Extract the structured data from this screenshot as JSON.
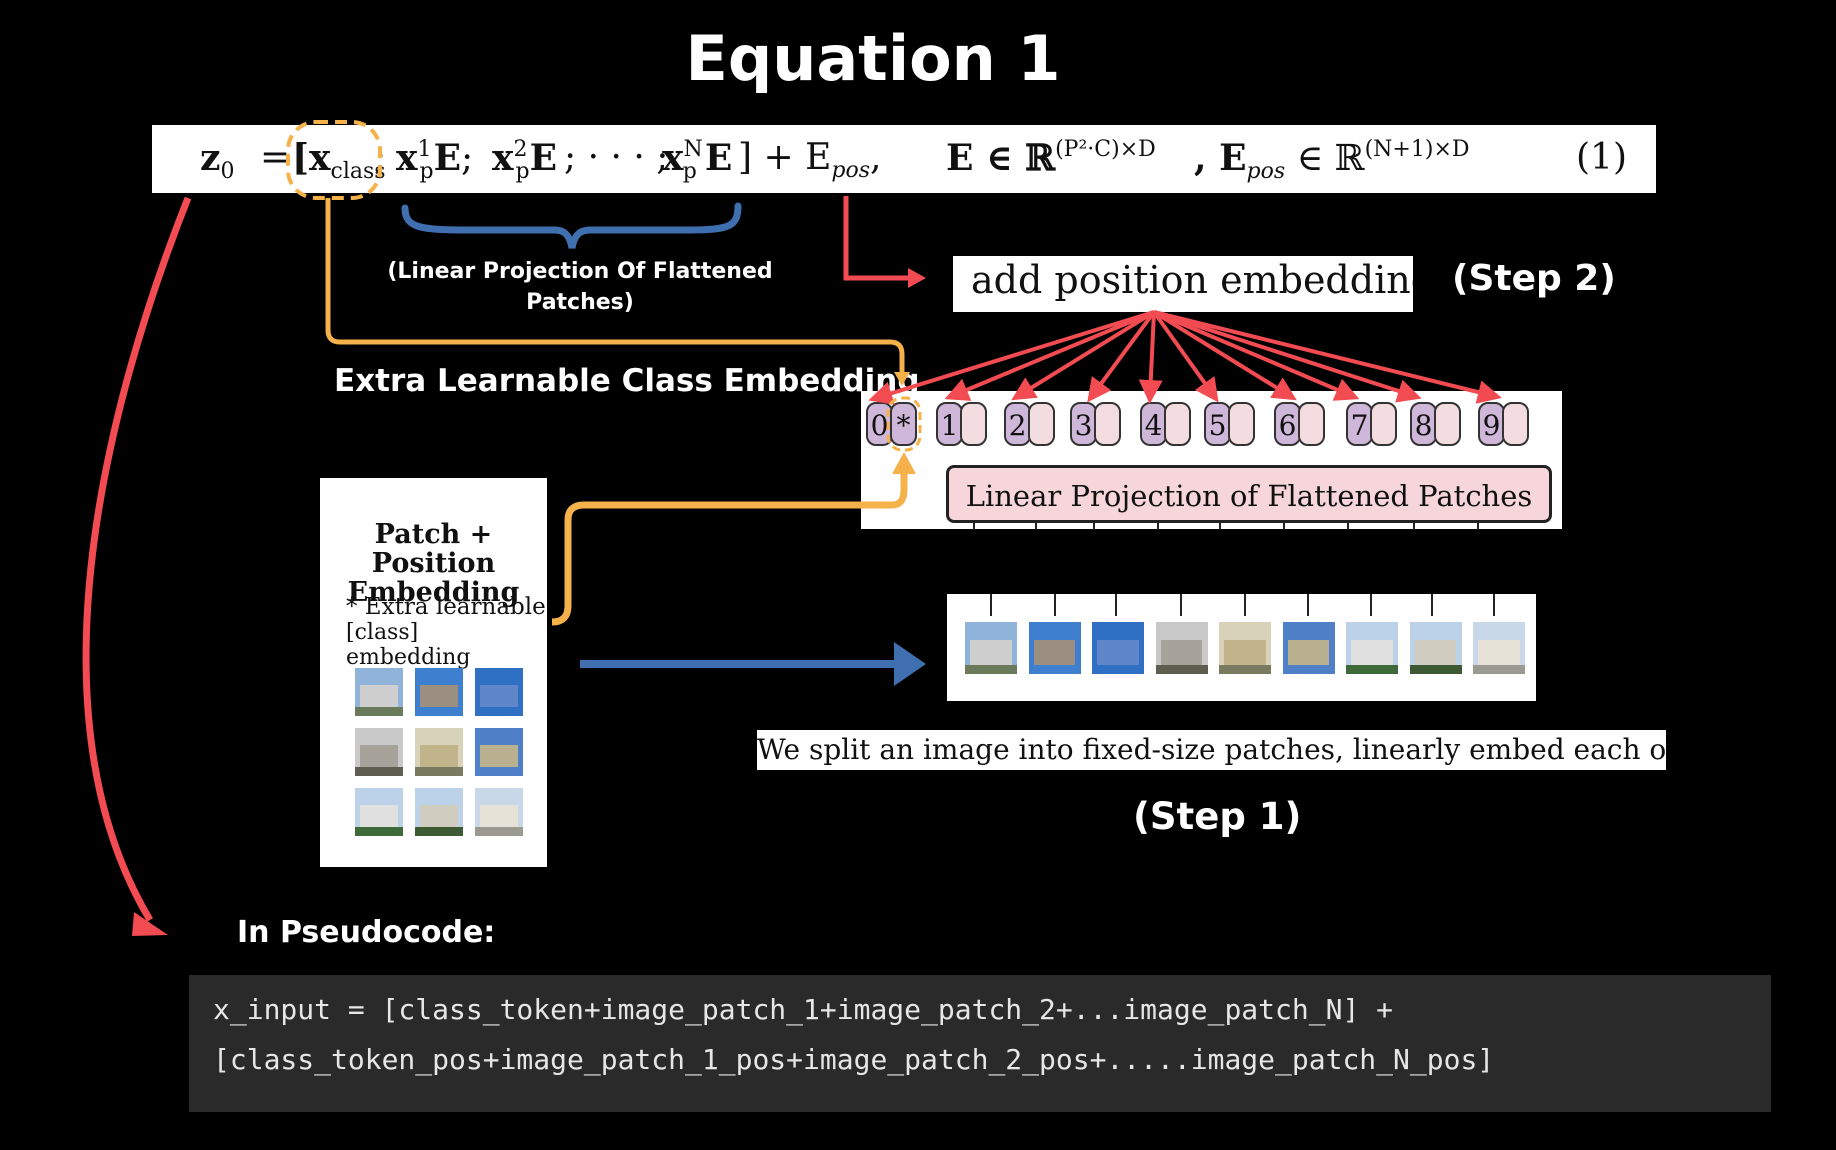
{
  "title": "Equation 1",
  "equation": {
    "z0": "z",
    "z0_sub": "0",
    "eq_sign": "=",
    "x_class_open": "[x",
    "x_class_sub": "class",
    "sep": ";",
    "xp": "x",
    "xp_sub": "p",
    "sup1": "1",
    "sup2": "2",
    "supN": "N",
    "E": "E",
    "dots": "; · · · ;",
    "close_plus": "] + E",
    "pos_sub": "pos",
    "comma": ",",
    "E_in_R": "E ∈ ℝ",
    "E_sup": "(P²·C)×D",
    "Epos": ", E",
    "Epos_in_R": " ∈ ℝ",
    "Epos_sup": "(N+1)×D",
    "eq_number": "(1)"
  },
  "brace_label": "(Linear Projection Of Flattened Patches)",
  "add_position_text": "add position embeddings,",
  "step2": "(Step 2)",
  "class_embedding_label": "Extra Learnable Class Embedding",
  "tokens": [
    "0",
    "*",
    "1",
    "2",
    "3",
    "4",
    "5",
    "6",
    "7",
    "8",
    "9"
  ],
  "linear_projection_label": "Linear Projection of Flattened Patches",
  "patch_panel": {
    "title_line1": "Patch + Position",
    "title_line2": "Embedding",
    "note_line1": "* Extra learnable",
    "note_line2": "[class] embedding"
  },
  "split_text": "We split an image into fixed-size patches, linearly embed each of them,",
  "step1": "(Step 1)",
  "pseudocode_label": "In Pseudocode:",
  "pseudocode_lines": [
    "x_input = [class_token+image_patch_1+image_patch_2+...image_patch_N] +",
    "[class_token_pos+image_patch_1_pos+image_patch_2_pos+.....image_patch_N_pos]"
  ],
  "colors": {
    "background": "#000000",
    "red_arrow": "#f24b52",
    "orange_arrow": "#f5b14a",
    "blue_arrow": "#3f6fae",
    "token_purple": "#cfb7d9",
    "token_pink": "#f4dde0",
    "code_bg": "#2a2a2a"
  }
}
